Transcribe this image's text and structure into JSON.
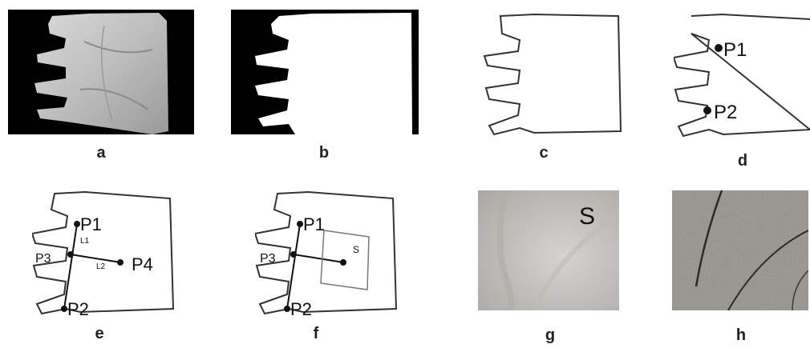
{
  "panels": [
    {
      "caption": "a"
    },
    {
      "caption": "b"
    },
    {
      "caption": "c"
    },
    {
      "caption": "d",
      "points": [
        "P1",
        "P2"
      ]
    },
    {
      "caption": "e",
      "points": [
        "P1",
        "P3",
        "P4",
        "P2"
      ],
      "lines": [
        "L1",
        "L2"
      ]
    },
    {
      "caption": "f",
      "points": [
        "P1",
        "P3",
        "P2"
      ],
      "region": "S"
    },
    {
      "caption": "g",
      "region": "S"
    },
    {
      "caption": "h"
    }
  ],
  "colors": {
    "background": "#000000",
    "hand": "#ffffff",
    "outline": "#333333",
    "roi_light": "#c9c6c0",
    "roi_dark": "#8f8c86"
  }
}
